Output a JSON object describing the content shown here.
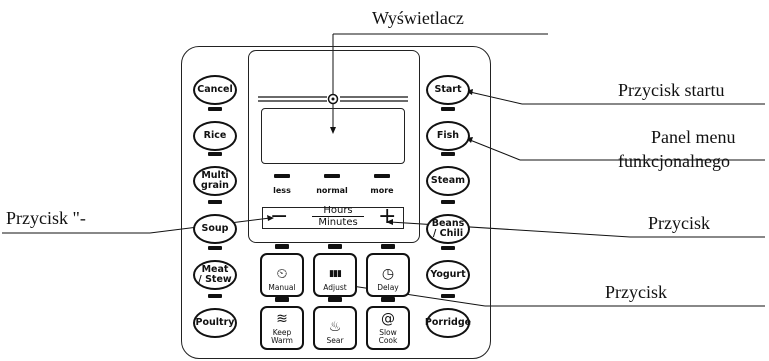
{
  "callouts": {
    "display": "Wyświetlacz",
    "start": "Przycisk startu",
    "menu_line1": "Panel menu",
    "menu_line2": "funkcjonalnego",
    "minus": "Przycisk \"-",
    "plus": "Przycisk",
    "adjust": "Przycisk"
  },
  "left_buttons": [
    {
      "label": "Cancel"
    },
    {
      "label": "Rice"
    },
    {
      "label": "Multi\ngrain"
    },
    {
      "label": "Soup"
    },
    {
      "label": "Meat\n/ Stew"
    },
    {
      "label": "Poultry"
    }
  ],
  "right_buttons": [
    {
      "label": "Start"
    },
    {
      "label": "Fish"
    },
    {
      "label": "Steam"
    },
    {
      "label": "Beans\n/ Chili"
    },
    {
      "label": "Yogurt"
    },
    {
      "label": "Porridge"
    }
  ],
  "levels": {
    "less": "less",
    "normal": "normal",
    "more": "more"
  },
  "time_adjust": {
    "minus": "−",
    "plus": "+",
    "hours": "Hours",
    "minutes": "Minutes"
  },
  "center_buttons": [
    {
      "label": "Manual",
      "icon": "timer-icon"
    },
    {
      "label": "Adjust",
      "icon": "bars-icon"
    },
    {
      "label": "Delay",
      "icon": "clock-icon"
    },
    {
      "label": "Keep\nWarm",
      "icon": "heat-waves-icon"
    },
    {
      "label": "Sear",
      "icon": "flame-icon"
    },
    {
      "label": "Slow\nCook",
      "icon": "snail-icon"
    }
  ]
}
